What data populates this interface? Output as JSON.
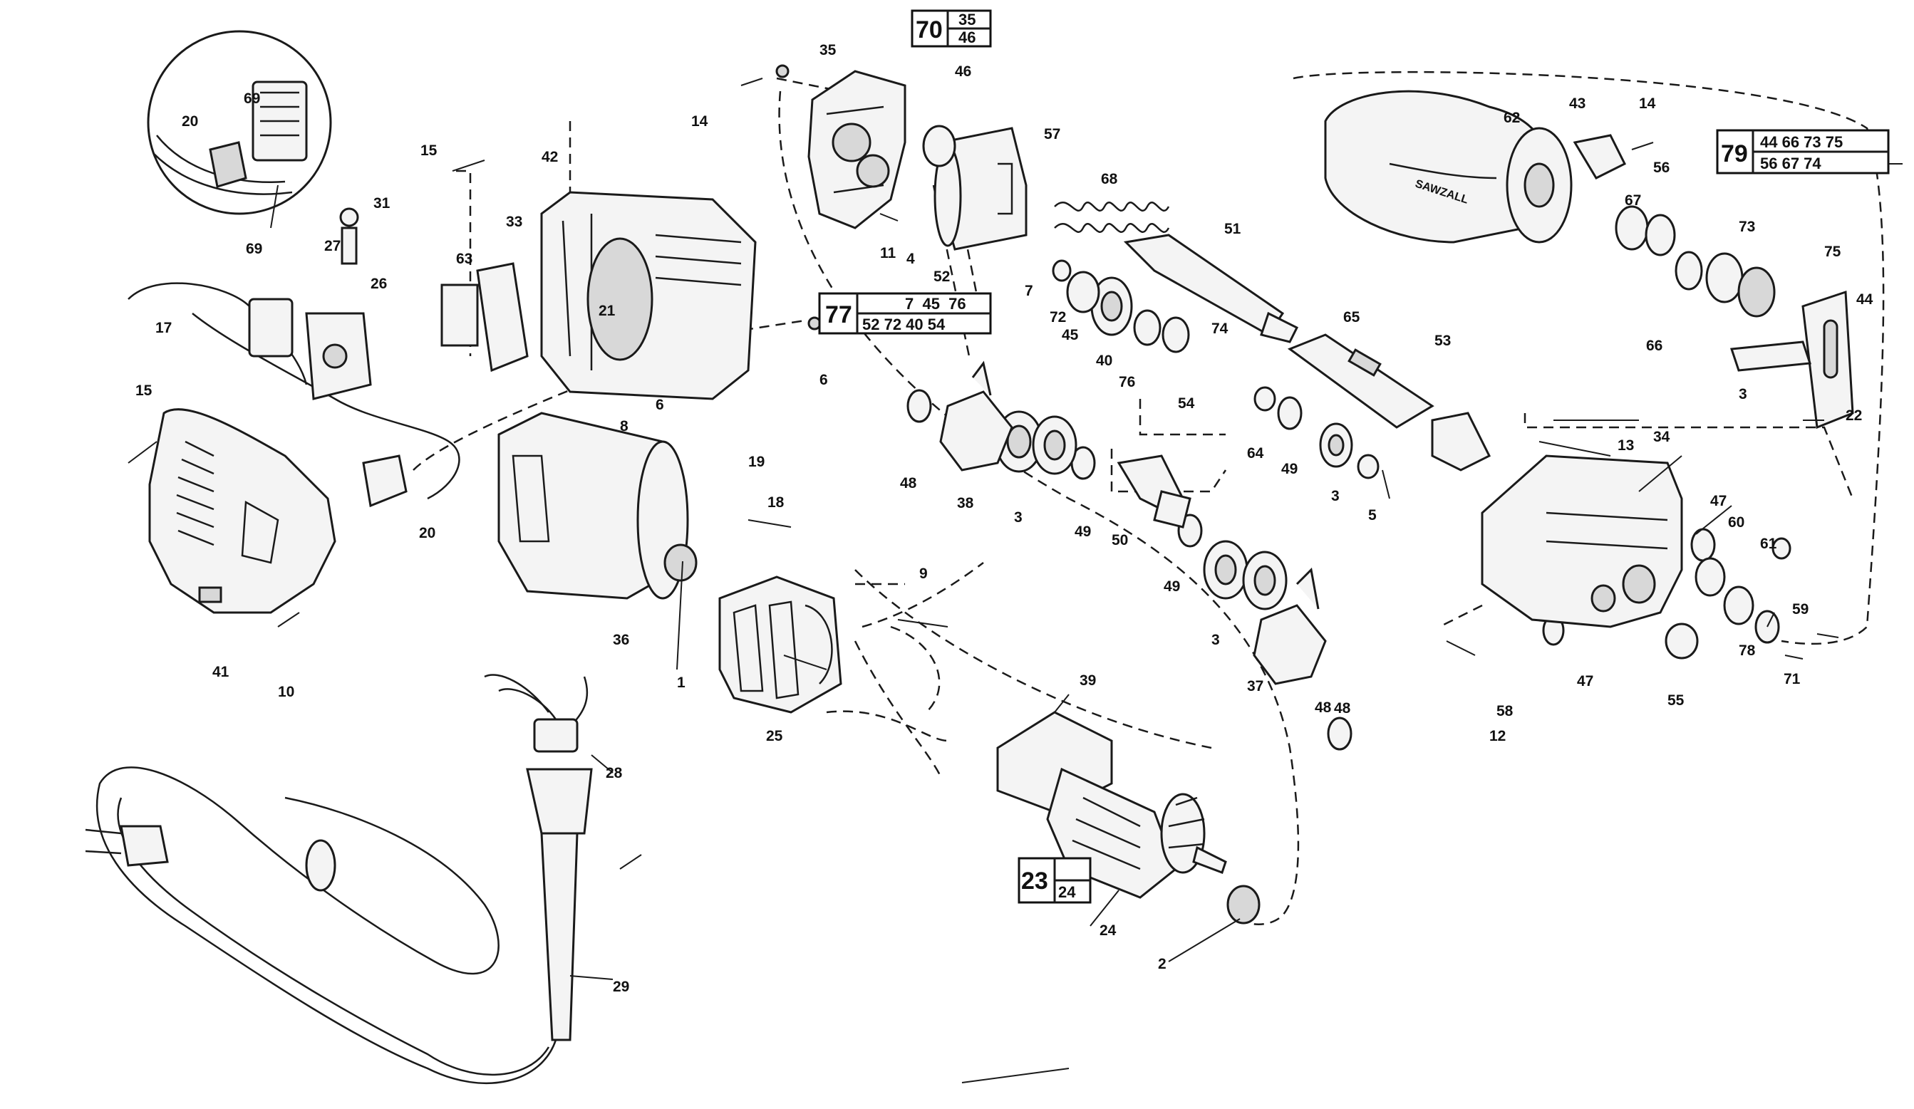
{
  "diagram": {
    "part_labels": [
      "1",
      "2",
      "3",
      "3",
      "3",
      "3",
      "4",
      "5",
      "6",
      "6",
      "7",
      "8",
      "9",
      "10",
      "11",
      "12",
      "13",
      "14",
      "14",
      "15",
      "15",
      "17",
      "18",
      "19",
      "20",
      "20",
      "21",
      "22",
      "24",
      "25",
      "26",
      "27",
      "28",
      "29",
      "31",
      "33",
      "34",
      "35",
      "36",
      "37",
      "38",
      "39",
      "40",
      "41",
      "42",
      "43",
      "44",
      "45",
      "46",
      "47",
      "47",
      "48",
      "48",
      "48",
      "49",
      "49",
      "49",
      "50",
      "51",
      "52",
      "53",
      "54",
      "55",
      "56",
      "57",
      "58",
      "59",
      "60",
      "61",
      "62",
      "63",
      "64",
      "65",
      "66",
      "67",
      "68",
      "69",
      "69",
      "71",
      "72",
      "73",
      "74",
      "75",
      "76",
      "78"
    ],
    "kits": [
      {
        "id": "70",
        "top": "35",
        "bottom": "46"
      },
      {
        "id": "77",
        "top": "7  45  76",
        "bottom": "52 72 40 54"
      },
      {
        "id": "79",
        "top": "44 66 73 75",
        "bottom": "56 67 74"
      },
      {
        "id": "23",
        "top": "",
        "bottom": "24"
      }
    ],
    "housing_text": "SAWZALL"
  }
}
